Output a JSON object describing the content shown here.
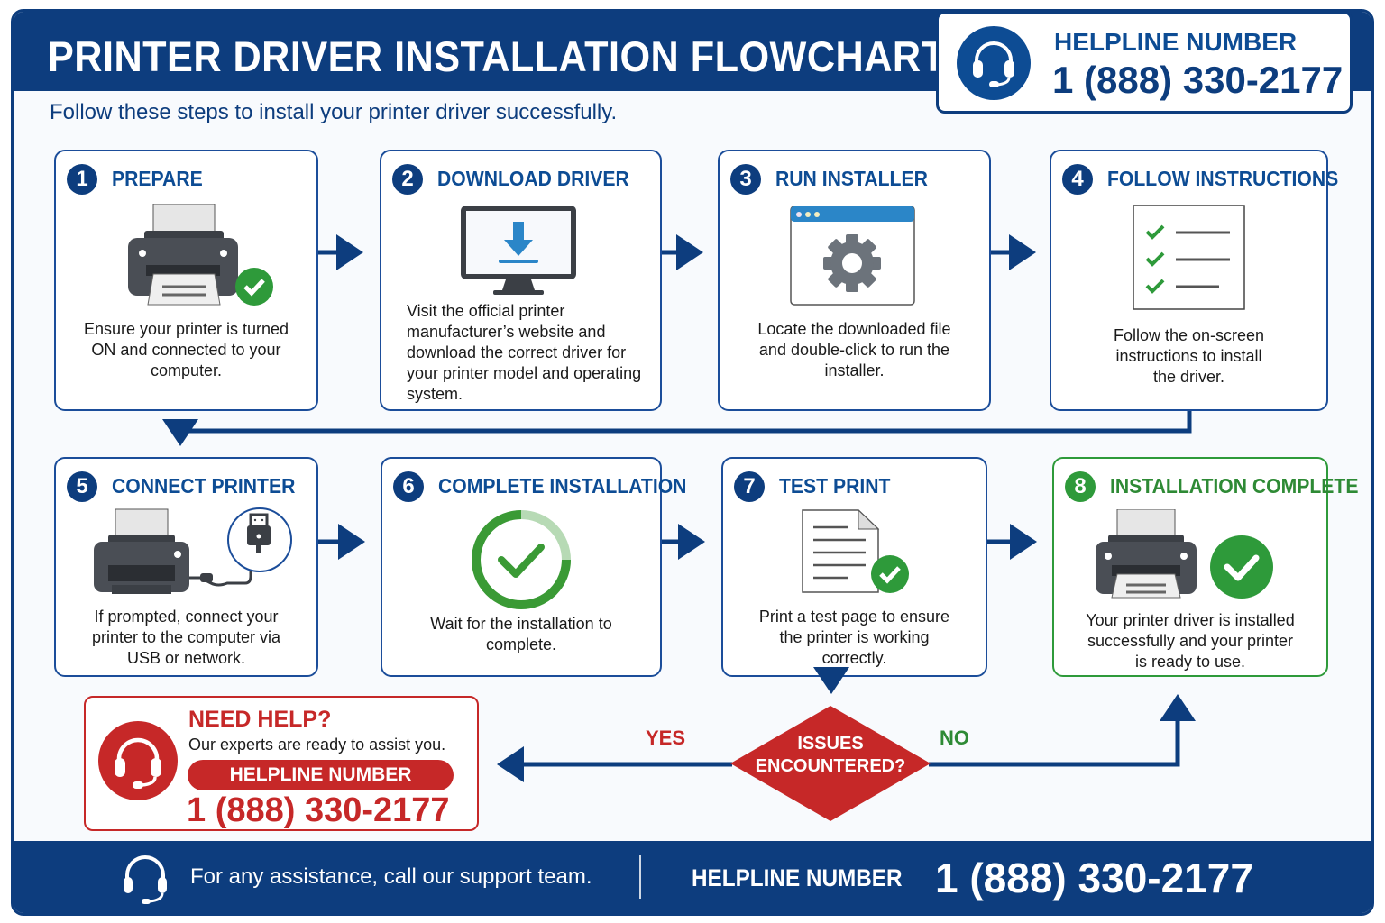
{
  "header": {
    "title": "PRINTER DRIVER INSTALLATION FLOWCHART",
    "subtitle": "Follow these steps to install your printer driver successfully."
  },
  "helpline_top": {
    "icon": "headset-icon",
    "label": "HELPLINE NUMBER",
    "number": "1 (888) 330-2177"
  },
  "steps": [
    {
      "number": "1",
      "title": "PREPARE",
      "icon": "printer-check-icon",
      "description": "Ensure your printer is turned ON and connected to your computer."
    },
    {
      "number": "2",
      "title": "DOWNLOAD DRIVER",
      "icon": "monitor-download-icon",
      "description": "Visit the official printer manufacturer’s website and download the correct driver for your printer model and operating system."
    },
    {
      "number": "3",
      "title": "RUN INSTALLER",
      "icon": "installer-window-gear-icon",
      "description": "Locate the downloaded file and double-click to run the installer."
    },
    {
      "number": "4",
      "title": "FOLLOW INSTRUCTIONS",
      "icon": "checklist-icon",
      "description": "Follow the on-screen instructions to install the driver."
    },
    {
      "number": "5",
      "title": "CONNECT PRINTER",
      "icon": "printer-usb-icon",
      "description": "If prompted, connect your printer to the computer via USB or network."
    },
    {
      "number": "6",
      "title": "COMPLETE INSTALLATION",
      "icon": "progress-check-icon",
      "description": "Wait for the installation to complete."
    },
    {
      "number": "7",
      "title": "TEST PRINT",
      "icon": "document-check-icon",
      "description": "Print a test page to ensure the printer is working correctly."
    },
    {
      "number": "8",
      "title": "INSTALLATION COMPLETE",
      "icon": "printer-success-icon",
      "description": "Your printer driver is installed successfully and your printer is ready to use."
    }
  ],
  "decision": {
    "question_line1": "ISSUES",
    "question_line2": "ENCOUNTERED?",
    "yes_label": "YES",
    "no_label": "NO"
  },
  "need_help": {
    "icon": "headset-icon",
    "heading": "NEED HELP?",
    "subtext": "Our experts are ready to assist you.",
    "pill_label": "HELPLINE NUMBER",
    "number": "1 (888) 330-2177"
  },
  "footer": {
    "icon": "headset-icon",
    "message": "For any assistance, call our support team.",
    "label": "HELPLINE NUMBER",
    "number": "1 (888) 330-2177"
  },
  "colors": {
    "primary_navy": "#0d3d7e",
    "accent_blue": "#0d4c94",
    "success_green": "#2e9a3a",
    "alert_red": "#c62828",
    "background": "#f8fafd"
  }
}
